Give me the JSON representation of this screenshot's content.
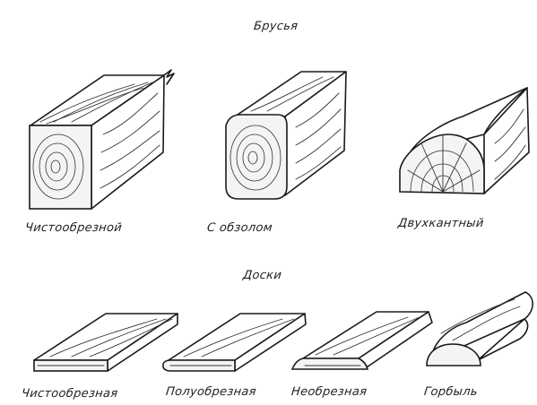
{
  "sections": {
    "beams_title": "Брусья",
    "boards_title": "Доски"
  },
  "beams": [
    {
      "label": "Чистообрезной",
      "icon": "clean-edged-beam"
    },
    {
      "label": "С обзолом",
      "icon": "wane-beam"
    },
    {
      "label": "Двухкантный",
      "icon": "two-edged-beam"
    }
  ],
  "boards": [
    {
      "label": "Чистообрезная",
      "icon": "clean-edged-board"
    },
    {
      "label": "Полуобрезная",
      "icon": "half-edged-board"
    },
    {
      "label": "Необрезная",
      "icon": "unedged-board"
    },
    {
      "label": "Горбыль",
      "icon": "slab-board"
    }
  ]
}
